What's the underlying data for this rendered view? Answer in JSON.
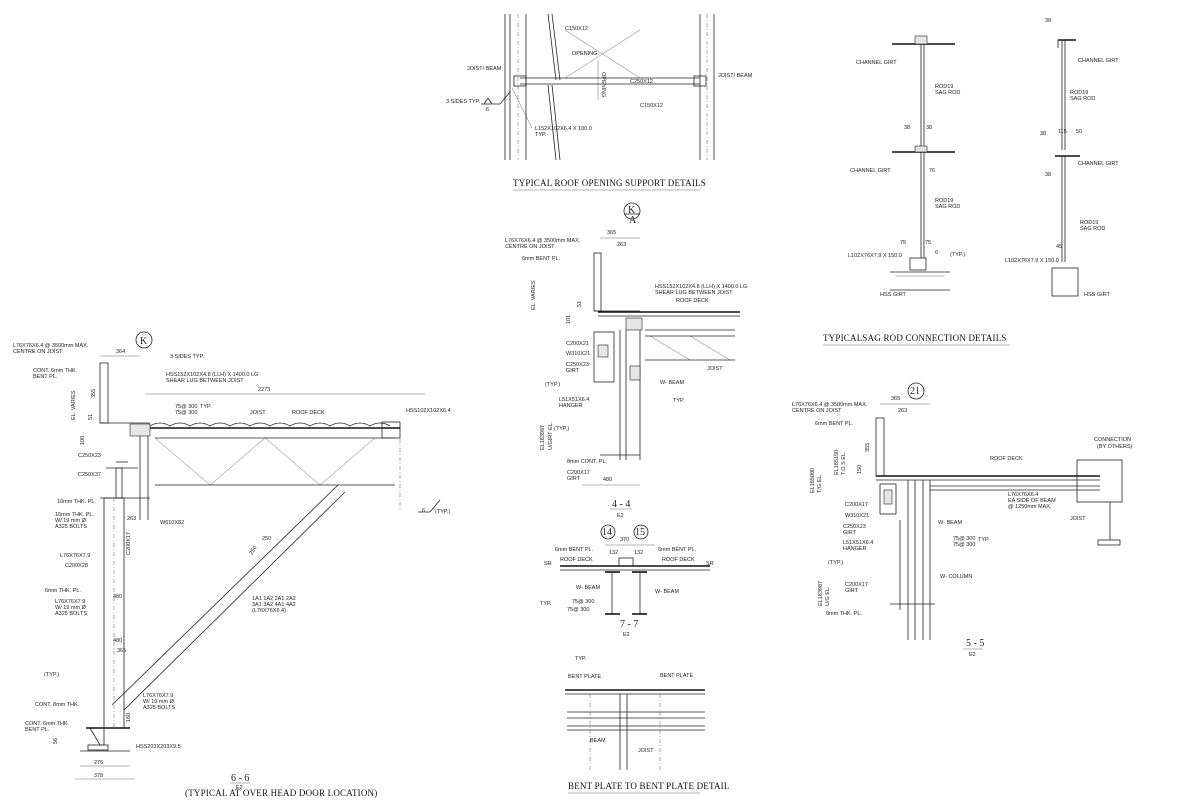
{
  "roof_opening": {
    "title": "TYPICAL ROOF OPENING SUPPORT DETAILS",
    "c150_top": "C150X12",
    "opening": "OPENING",
    "opening_v": "OPENING",
    "c250": "C250X12",
    "c150_bot": "C150X12",
    "joist_left": "JOIST/ BEAM",
    "joist_right": "JOIST/ BEAM",
    "sides": "3 SIDES TYP.",
    "weld": "6",
    "angle": "L152X102X6.4  X 100.0",
    "typ": "TYP."
  },
  "sag_rod": {
    "title": "TYPICALSAG ROD CONNECTION DETAILS",
    "channel_girt": "CHANNEL  GIRT",
    "rod": "ROD19",
    "sag_rod": "SAG ROD",
    "l102": "L102X76X7.9  X 150.0",
    "hss": "HSS GIRT",
    "typ": "(TYP.)",
    "d38": "38",
    "d75": "75",
    "d115": "115",
    "d50": "50",
    "d45": "45",
    "d76": "76",
    "d6": "6"
  },
  "sec44": {
    "mark_top": "K",
    "mark_bot": "A",
    "l76": "L76X76X6.4  @ 3500mm MAX.",
    "centre": "CENTRE ON JOIST",
    "bent": "6mm BENT PL.",
    "el_varies": "EL. VARIES",
    "hss": "HSS152X102X4.8   (LLH) X  1400.0  LG",
    "shear": "SHEAR LUG BETWEEN JOIST",
    "roof_deck": "ROOF DECK",
    "joist": "JOIST",
    "c200": "C200X21",
    "w310": "W310X21",
    "c250": "C250X23",
    "girt": "GIRT",
    "w_beam": "W- BEAM",
    "typ": "(TYP.)",
    "typ2": "TYP.",
    "l51": "L51X51X6.4",
    "hanger": "HANGER",
    "el": "EL183987",
    "ug": "U/GIRT EL.",
    "cont": "8mm CONT. PL.",
    "c200x17": "C200X17",
    "girt2": "GIRT",
    "d365": "365",
    "d263": "263",
    "d480": "480",
    "d51": "51",
    "d101": "101",
    "label": "4 - 4",
    "sheet": "E2"
  },
  "sec66": {
    "mark": "K",
    "l76": "L76X76X6.4  @ 3500mm MAX.",
    "centre": "CENTRE ON JOIST",
    "cont": "CONT. 6mm THK.",
    "bent": "BENT PL.",
    "sides": "3 SIDES TYP.",
    "hss": "HSS152X102X4.8   (LLH) X  1400.0  LG",
    "shear": "SHEAR LUG BETWEEN JOIST",
    "d2273": "2273",
    "c75": "75@ 300",
    "c75b": "75@ 300",
    "typ": "TYP.",
    "joist": "JOIST",
    "roof_deck": "ROOF DECK",
    "hss2": "HSS102X102X6.4",
    "el_varies": "EL. VARIES",
    "c250x23": "C250X23",
    "c250x37": "C250X37",
    "w610": "W610X82",
    "pl10": "10mm THK. PL.",
    "pl10b": "10mm THK. PL.",
    "bolts": "W/ 19 mm Ø",
    "a325": "A325 BOLTS",
    "l76b": "L76X76X7.9",
    "c200x28": "C200X28",
    "c200x17": "C200X17",
    "pl6": "6mm THK. PL.",
    "l76c": "L76X76X7.9",
    "bolts2": "W/ 19 mm Ø",
    "a325b": "A325 BOLTS",
    "typ2": "(TYP.)",
    "cont8": "CONT. 8mm THK.",
    "cont6": "CONT. 6mm THK.",
    "bent2": "BENT PL.",
    "brace": "1A1 1A2 2A1 2A2",
    "brace2": "3A1 3A2 4A1 4A2",
    "brace3": "(L76X76X6.4)",
    "l76d": "L76X76X7.9",
    "bolts3": "W/ 19 mm Ø",
    "a325c": "A325 BOLTS",
    "hss3": "HSS203X203X9.5",
    "typ3": "(TYP.)",
    "d364": "364",
    "d355": "355",
    "d51": "51",
    "d100": "100",
    "d263": "263",
    "d480": "480",
    "d480b": "480",
    "d365": "365",
    "d250": "250",
    "d250b": "250",
    "d160": "160",
    "d56": "56",
    "d276": "276",
    "d378": "378",
    "d6": "6",
    "label": "6 - 6",
    "sheet": "E2",
    "note": "(TYPICAL AT OVER HEAD DOOR LOCATION)"
  },
  "sec77": {
    "m14": "14",
    "m15": "15",
    "d370": "370",
    "d132": "132",
    "d132b": "132",
    "bent_l": "6mm BENT PL.",
    "bent_r": "6mm BENT PL.",
    "deck_l": "ROOF DECK",
    "deck_r": "ROOF DECK",
    "wbeam_l": "W- BEAM",
    "wbeam_r": "W- BEAM",
    "typ": "TYP.",
    "c75": "75@ 300",
    "c75b": "75@ 300",
    "sr_l": "SR",
    "sr_r": "SR",
    "label": "7 - 7",
    "sheet": "E2"
  },
  "bent_detail": {
    "title": "BENT PLATE TO BENT PLATE DETAIL",
    "typ": "TYP.",
    "bent_l": "BENT PLATE",
    "bent_r": "BENT PLATE",
    "beam": "BEAM",
    "joist": "JOIST"
  },
  "sec55": {
    "mark": "21",
    "l76": "L76X76X6.4  @ 3500mm MAX.",
    "centre": "CENTRE ON JOIST",
    "bent": "6mm BENT PL.",
    "d365": "365",
    "d263": "263",
    "d355": "355",
    "d150": "150",
    "el1": "EL185150",
    "tos": "T.O.S EL.",
    "el2": "EL185000",
    "tg": "T/G EL.",
    "roof_deck": "ROOF DECK",
    "l76b": "L76X76X6.4",
    "ea": "EA SIDE OF BEAM",
    "at": "@ 1250mm MAX.",
    "c200": "C200X17",
    "w310": "W310X21",
    "c250": "C250X23",
    "girt": "GIRT",
    "l51": "L51X51X6.4",
    "hanger": "HANGER",
    "w_beam": "W- BEAM",
    "c75": "75@ 300",
    "c75b": "75@ 300",
    "typ": "TYP.",
    "w_col": "W- COLUMN",
    "typ2": "(TYP.)",
    "el3": "EL183987",
    "ug": "U/G EL.",
    "c200x17": "C200X17",
    "girt2": "GIRT",
    "pl8": "8mm THK. PL.",
    "conn": "CONNECTION",
    "others": "(BY OTHERS)",
    "joist": "JOIST",
    "label": "5 - 5",
    "sheet": "E2"
  }
}
